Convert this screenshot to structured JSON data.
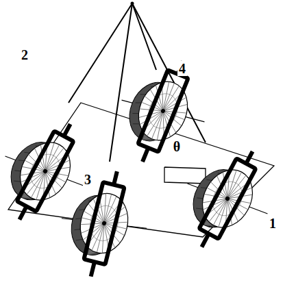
{
  "diagram": {
    "labels": [
      "2",
      "4",
      "θ",
      "1",
      "3"
    ]
  }
}
